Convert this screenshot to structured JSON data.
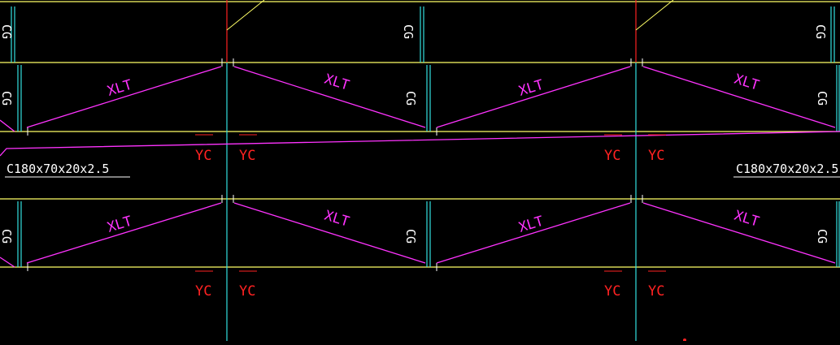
{
  "colors": {
    "background": "#000000",
    "purlin_line": "#ffff66",
    "column_line": "#33e0e0",
    "brace": "#ff33ff",
    "red_marker": "#ff2222",
    "label_white": "#ffffff"
  },
  "labels": {
    "xlt": "XLT",
    "cg": "CG",
    "yc": "YC",
    "section_left": "C180x70x20x2.5",
    "section_right": "C180x70x20x2.5"
  }
}
